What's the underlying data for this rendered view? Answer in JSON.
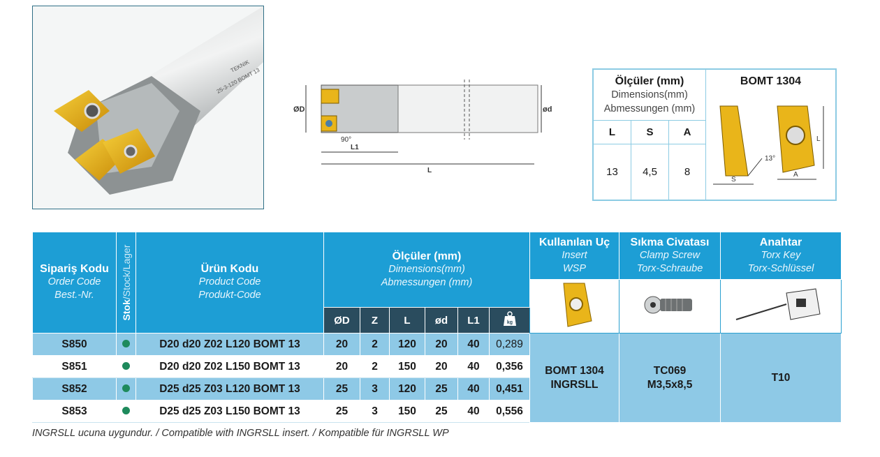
{
  "photo": {
    "engraving_brand": "TEKNIK",
    "engraving_code": "25-3-120 BOMT 13"
  },
  "drawing": {
    "label_od": "ØD",
    "label_d": "ød",
    "label_angle": "90°",
    "label_l1": "L1",
    "label_l": "L"
  },
  "dims_box": {
    "title": "Ölçüler (mm)",
    "subtitle_en": "Dimensions(mm)",
    "subtitle_de": "Abmessungen (mm)",
    "insert_title": "BOMT 1304",
    "columns": [
      "L",
      "S",
      "A"
    ],
    "values": [
      "13",
      "4,5",
      "8"
    ],
    "insert_labels": {
      "s": "S",
      "a": "A",
      "l": "L",
      "angle": "13°"
    }
  },
  "table": {
    "order_code": {
      "tr": "Sipariş Kodu",
      "en": "Order Code",
      "de": "Best.-Nr."
    },
    "stock": {
      "tr": "Stok",
      "rest": "/Stock/Lager"
    },
    "product_code": {
      "tr": "Ürün Kodu",
      "en": "Product Code",
      "de": "Produkt-Code"
    },
    "dims": {
      "tr": "Ölçüler (mm)",
      "en": "Dimensions(mm)",
      "de": "Abmessungen (mm)"
    },
    "insert": {
      "tr": "Kullanılan Uç",
      "en": "Insert",
      "de": "WSP"
    },
    "screw": {
      "tr": "Sıkma Civatası",
      "en": "Clamp Screw",
      "de": "Torx-Schraube"
    },
    "key": {
      "tr": "Anahtar",
      "en": "Torx Key",
      "de": "Torx-Schlüssel"
    },
    "subcols": [
      "ØD",
      "Z",
      "L",
      "ød",
      "L1"
    ],
    "weight_icon_label": "kg",
    "rows": [
      {
        "code": "S850",
        "product": "D20 d20 Z02 L120 BOMT 13",
        "od": "20",
        "z": "2",
        "l": "120",
        "d": "20",
        "l1": "40",
        "kg": "0,289"
      },
      {
        "code": "S851",
        "product": "D20 d20 Z02 L150 BOMT 13",
        "od": "20",
        "z": "2",
        "l": "150",
        "d": "20",
        "l1": "40",
        "kg": "0,356"
      },
      {
        "code": "S852",
        "product": "D25 d25 Z03 L120 BOMT 13",
        "od": "25",
        "z": "3",
        "l": "120",
        "d": "25",
        "l1": "40",
        "kg": "0,451"
      },
      {
        "code": "S853",
        "product": "D25 d25 Z03 L150 BOMT 13",
        "od": "25",
        "z": "3",
        "l": "150",
        "d": "25",
        "l1": "40",
        "kg": "0,556"
      }
    ],
    "insert_value_1": "BOMT 1304",
    "insert_value_2": "INGRSLL",
    "screw_value_1": "TC069",
    "screw_value_2": "M3,5x8,5",
    "key_value": "T10"
  },
  "footer": "INGRSLL ucuna uygundur. / Compatible with INGRSLL insert. / Kompatible für INGRSLL WP",
  "colors": {
    "header_blue": "#1d9ed5",
    "sub_header_dark": "#2a4c5e",
    "row_blue": "#8ec9e6",
    "stock_dot": "#1e8a5c",
    "insert_gold": "#e9b51a"
  }
}
